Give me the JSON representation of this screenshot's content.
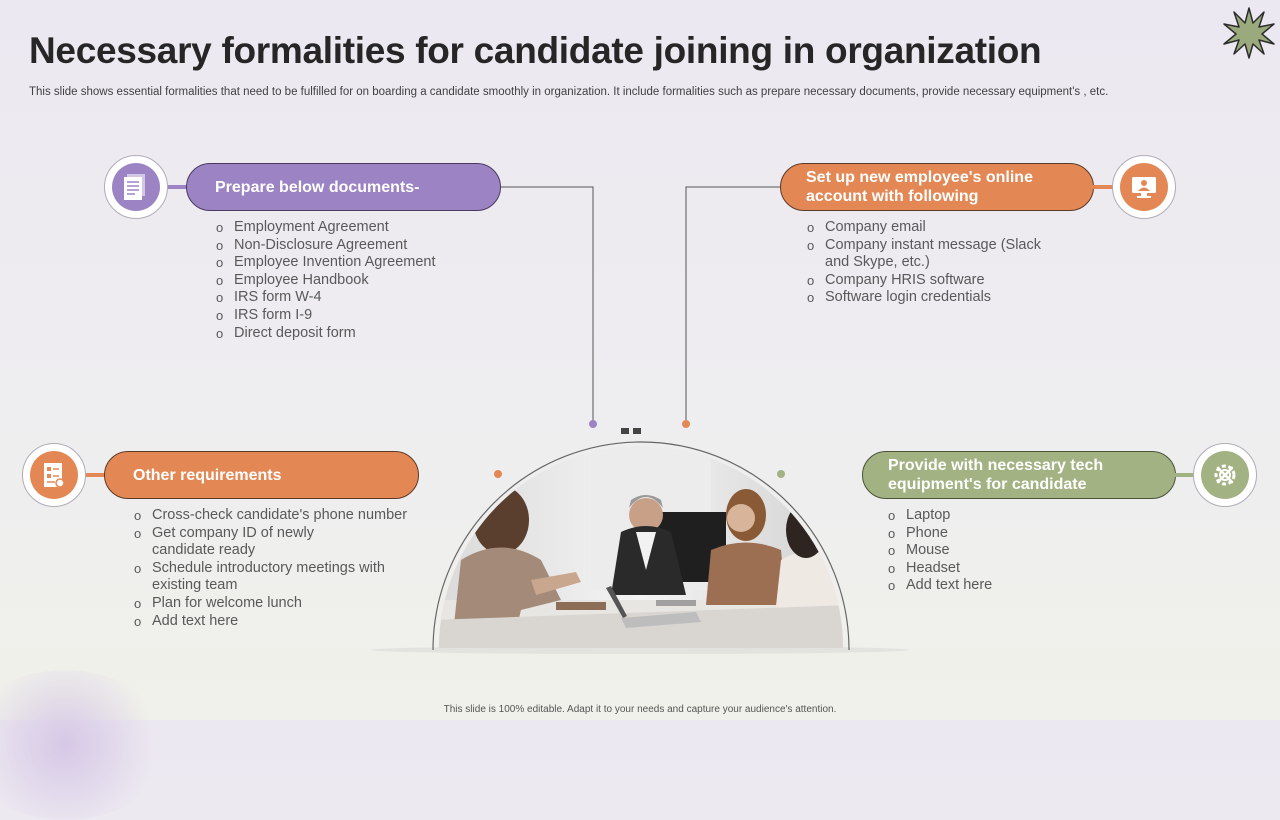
{
  "title": "Necessary formalities for candidate joining in organization",
  "subtitle": "This slide shows essential formalities that need to be fulfilled for on boarding a candidate smoothly in organization. It include formalities such as prepare necessary documents, provide necessary equipment's , etc.",
  "footer": "This slide is 100% editable. Adapt it to your needs and capture your audience's attention.",
  "colors": {
    "purple": "#9c84c4",
    "orange": "#e38855",
    "green": "#a2b282",
    "star": "#9aaa7c"
  },
  "sections": {
    "documents": {
      "heading": "Prepare below documents-",
      "icon": "document-icon",
      "items": [
        "Employment Agreement",
        "Non-Disclosure Agreement",
        "Employee Invention Agreement",
        "Employee Handbook",
        "IRS form W-4",
        "IRS form I-9",
        "Direct deposit form"
      ]
    },
    "online": {
      "heading_line1": "Set up new employee's online",
      "heading_line2": "account with following",
      "icon": "computer-user-icon",
      "items": [
        "Company email",
        "Company instant message (Slack",
        "and Skype, etc.)",
        "Company HRIS software",
        "Software login credentials"
      ]
    },
    "other": {
      "heading": "Other requirements",
      "icon": "checklist-icon",
      "items": [
        "Cross-check candidate's phone number",
        "Get company ID of newly",
        "candidate ready",
        "Schedule introductory meetings with",
        "existing team",
        "Plan for welcome lunch",
        "Add text here"
      ]
    },
    "tech": {
      "heading_line1": "Provide with necessary tech",
      "heading_line2": "equipment's for candidate",
      "icon": "gear-tools-icon",
      "items": [
        "Laptop",
        "Phone",
        "Mouse",
        "Headset",
        "Add text here"
      ]
    }
  },
  "photo": {
    "icon": "business-meeting-photo"
  }
}
